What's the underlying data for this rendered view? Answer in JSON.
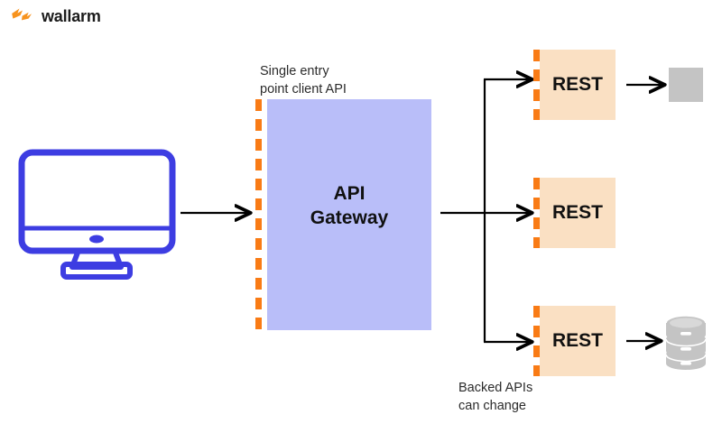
{
  "brand": {
    "name": "wallarm",
    "logo_icon": "wallarm-lightning-logo",
    "logo_color": "#F7931E"
  },
  "colors": {
    "accent_orange": "#F97B15",
    "gateway_fill": "#B9BEF9",
    "rest_fill": "#FAE0C3",
    "monitor_stroke": "#3D3DE2",
    "service_gray": "#C4C4C4",
    "connector": "#000000",
    "text": "#2B2B2B"
  },
  "diagram": {
    "title": "API Gateway single entry point architecture",
    "client": {
      "icon": "desktop-monitor-icon",
      "label": ""
    },
    "gateway": {
      "label": "API\nGateway",
      "boundary_style": "dashed"
    },
    "captions": {
      "entry_point": "Single entry\npoint client API",
      "backend": "Backed APIs\ncan change"
    },
    "backends": [
      {
        "label": "REST",
        "target_icon": "gray-square-service-icon",
        "has_target": true
      },
      {
        "label": "REST",
        "target_icon": "",
        "has_target": false
      },
      {
        "label": "REST",
        "target_icon": "database-cylinder-icon",
        "has_target": true
      }
    ]
  }
}
